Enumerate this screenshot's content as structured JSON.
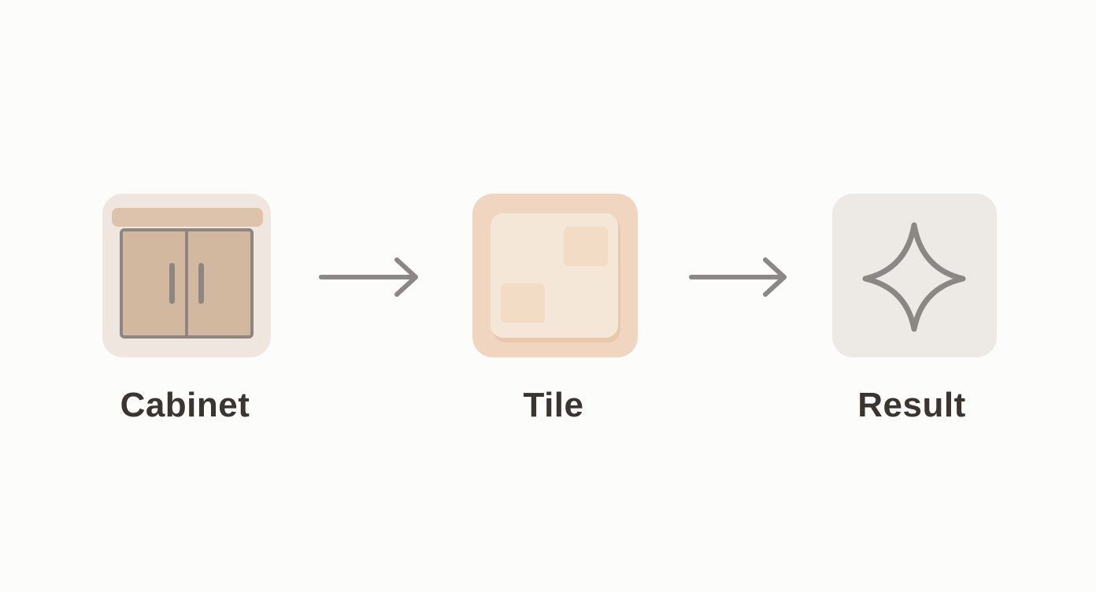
{
  "steps": [
    {
      "label": "Cabinet",
      "icon": "cabinet-icon"
    },
    {
      "label": "Tile",
      "icon": "tile-icon"
    },
    {
      "label": "Result",
      "icon": "sparkle-icon"
    }
  ],
  "connectors": [
    "arrow-right-icon",
    "arrow-right-icon"
  ],
  "colors": {
    "background": "#fcfcfb",
    "cabinet_bg": "#efe7df",
    "cabinet_body": "#d3b8a0",
    "cabinet_outline": "#8e8781",
    "tile_outer": "#f0d6c0",
    "tile_inner": "#f5e7d8",
    "result_bg": "#edeae6",
    "stroke_gray": "#8a8784",
    "label_text": "#3b3531"
  }
}
